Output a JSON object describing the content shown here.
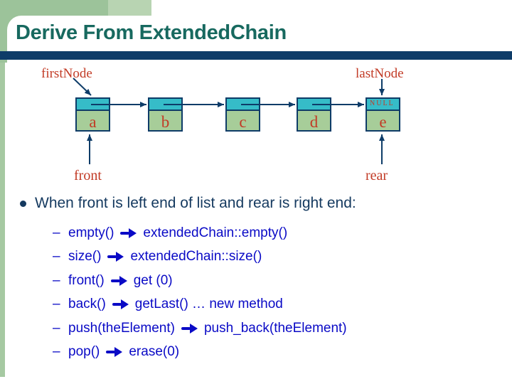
{
  "slide": {
    "title": "Derive From ExtendedChain"
  },
  "diagram": {
    "first_node_label": "firstNode",
    "last_node_label": "lastNode",
    "front_label": "front",
    "rear_label": "rear",
    "null_label": "NULL",
    "nodes": [
      {
        "label": "a"
      },
      {
        "label": "b"
      },
      {
        "label": "c"
      },
      {
        "label": "d"
      },
      {
        "label": "e"
      }
    ]
  },
  "bullets": {
    "marker": "–",
    "main": "When front is left end of list and rear is right end:",
    "items": [
      {
        "left": "empty()",
        "right": "extendedChain::empty()"
      },
      {
        "left": "size()",
        "right": "extendedChain::size()"
      },
      {
        "left": "front()",
        "right": "get (0)"
      },
      {
        "left": "back()",
        "right": "getLast()  …  new method"
      },
      {
        "left": "push(theElement)",
        "right": "push_back(theElement)"
      },
      {
        "left": "pop()",
        "right": "erase(0)"
      }
    ]
  },
  "colors": {
    "accent_navy": "#0e3c68",
    "title_teal": "#17695f",
    "node_cyan": "#36bcc8",
    "node_green": "#a7cd99",
    "label_red": "#c23b26",
    "bullet_blue": "#0a0ac6",
    "frame_green": "#9cc39a"
  }
}
